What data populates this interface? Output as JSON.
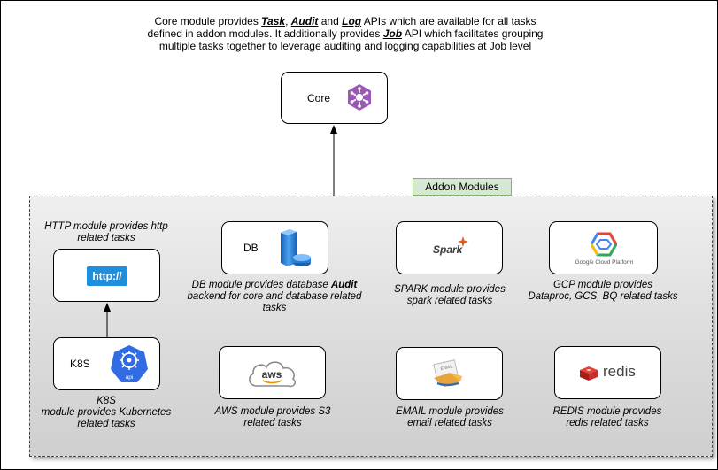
{
  "intro": {
    "line1_pre": "Core module provides ",
    "task": "Task",
    "sep1": ", ",
    "audit": "Audit",
    "and": " and ",
    "log": "Log",
    "line1_post": " APIs which are available for all tasks",
    "line2": "defined in addon modules. It additionally provides ",
    "job": "Job",
    "line2_post": " API which facilitates grouping",
    "line3": "multiple tasks together to leverage auditing and logging capabilities at Job level"
  },
  "core": {
    "label": "Core"
  },
  "addon": {
    "label": "Addon Modules"
  },
  "modules": {
    "http": {
      "logo": "http://",
      "caption_line1": "HTTP module provides http",
      "caption_line2": "related tasks"
    },
    "k8s": {
      "label": "K8S",
      "icon_text": "api",
      "caption_line1": "K8S",
      "caption_line2": "module provides Kubernetes",
      "caption_line3": "related tasks"
    },
    "db": {
      "label": "DB",
      "caption_pre": "DB module provides database ",
      "caption_audit": "Audit",
      "caption_line2": "backend for core and database related",
      "caption_line3": "tasks"
    },
    "aws": {
      "logo": "aws",
      "caption_line1": "AWS module provides S3",
      "caption_line2": "related tasks"
    },
    "spark": {
      "logo": "Spark",
      "caption_line1": "SPARK module provides",
      "caption_line2": "spark related tasks"
    },
    "email": {
      "logo": "EMAIL",
      "caption_line1": "EMAIL module provides",
      "caption_line2": "email related tasks"
    },
    "gcp": {
      "logo": "Google Cloud Platform",
      "caption_line1": "GCP module provides",
      "caption_line2": "Dataproc, GCS, BQ related tasks"
    },
    "redis": {
      "logo": "redis",
      "caption_line1": "REDIS module provides",
      "caption_line2": "redis related tasks"
    }
  },
  "colors": {
    "addon_fill": "#d5e8d4",
    "addon_border": "#82b366",
    "http_blue": "#1f8fdb",
    "k8s_blue": "#326ce5",
    "core_purple": "#9b59b6",
    "redis_red": "#d82c20",
    "spark_orange": "#e25a1c"
  }
}
